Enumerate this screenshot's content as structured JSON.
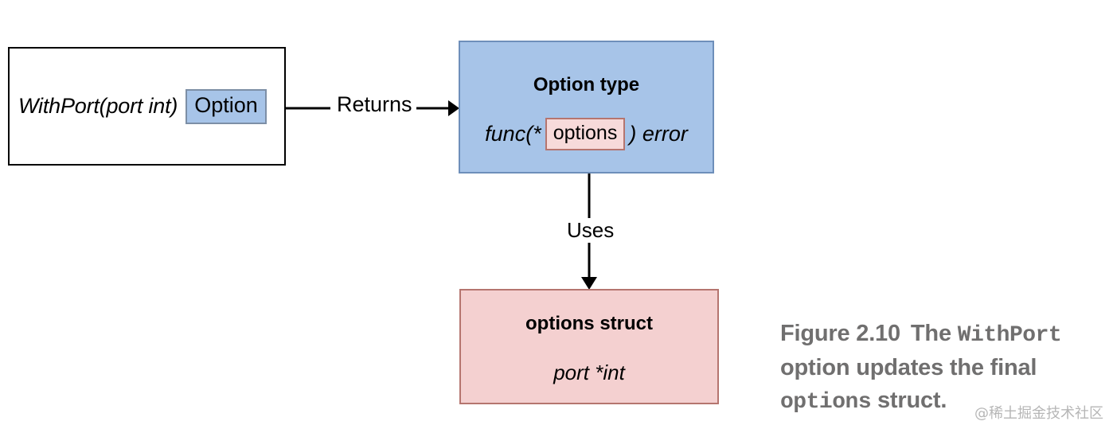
{
  "diagram": {
    "function_box": {
      "signature": "WithPort(port int)",
      "return_type_badge": "Option"
    },
    "option_type_box": {
      "title": "Option type",
      "signature_prefix": "func(*",
      "param_badge": "options",
      "signature_suffix": ") error",
      "fill_color": "#a7c4e8",
      "border_color": "#6e8fba"
    },
    "options_struct_box": {
      "title": "options struct",
      "field": "port *int",
      "fill_color": "#f4d0d0",
      "border_color": "#b5756f"
    },
    "edges": [
      {
        "label": "Returns",
        "from": "function-box",
        "to": "option-type-box",
        "direction": "horizontal"
      },
      {
        "label": "Uses",
        "from": "option-type-box",
        "to": "options-struct-box",
        "direction": "vertical"
      }
    ]
  },
  "caption": {
    "figure_number": "Figure 2.10",
    "text_1": "The ",
    "code_1": "WithPort",
    "text_2": "option updates the final ",
    "code_2": "options",
    "text_3": " struct.",
    "color": "#706f6f"
  },
  "watermark": {
    "text": "@稀土掘金技术社区"
  }
}
